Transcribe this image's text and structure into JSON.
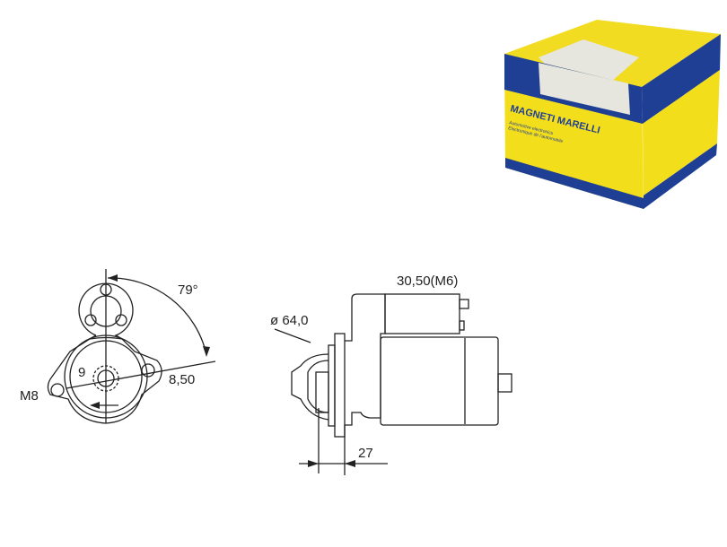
{
  "product_box": {
    "brand": "MAGNETI MARELLI",
    "tagline_en": "Automotive electronics",
    "tagline_fr": "Electronique de l'automobile",
    "colors": {
      "yellow": "#f3de1c",
      "blue": "#1f3f94",
      "label": "#e8e8e0"
    }
  },
  "drawing": {
    "front_view": {
      "angle_label": "79°",
      "offset_label": "8,50",
      "teeth_label": "9",
      "thread_label": "M8"
    },
    "side_view": {
      "diameter_label": "ø 64,0",
      "solenoid_label": "30,50(M6)",
      "length_label": "27"
    }
  }
}
